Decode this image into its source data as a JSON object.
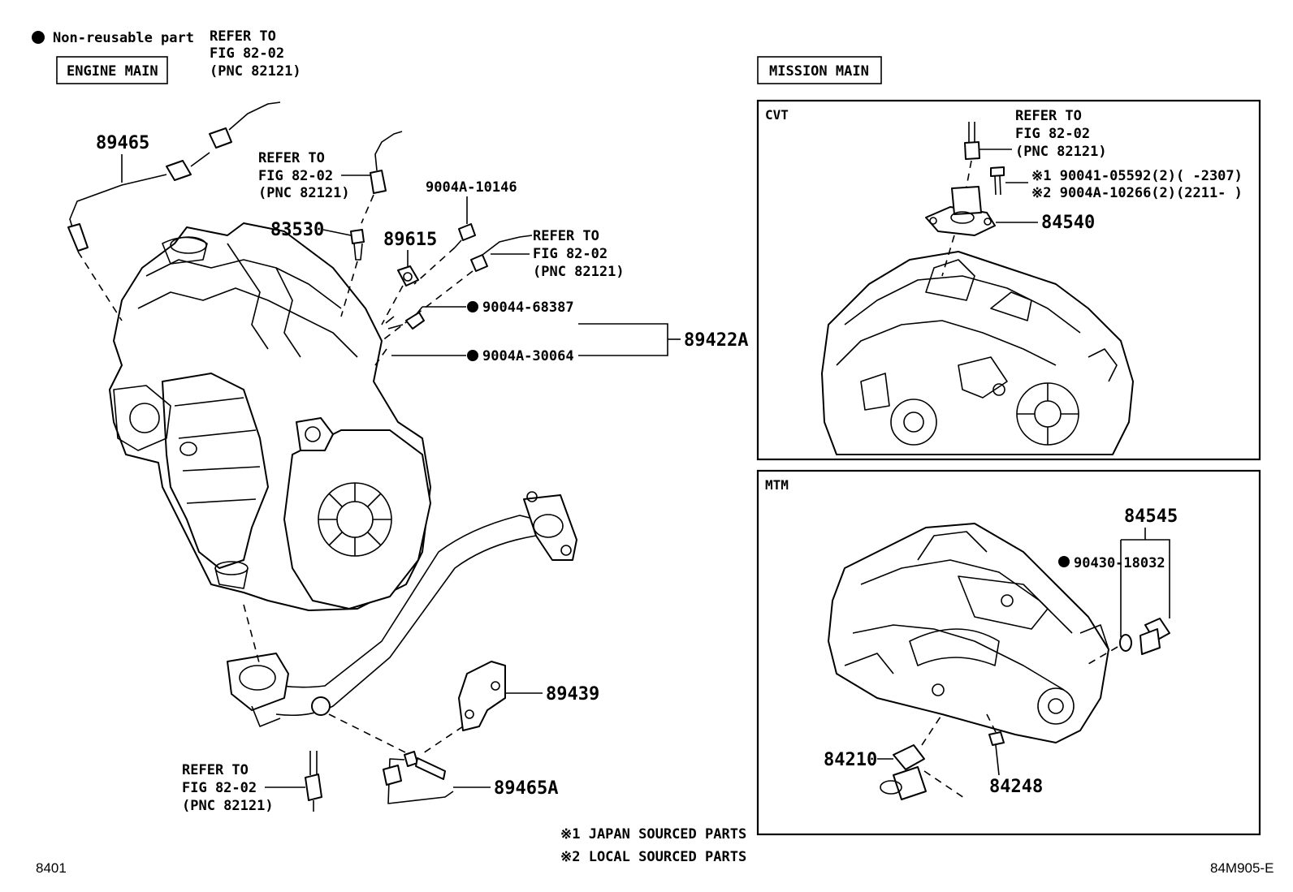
{
  "legend": {
    "symbol": "●",
    "text": "Non-reusable part"
  },
  "engine_main": {
    "title": "ENGINE MAIN",
    "refer_top": [
      "REFER TO",
      "FIG 82-02",
      "(PNC 82121)"
    ],
    "refer_mid": [
      "REFER TO",
      "FIG 82-02",
      "(PNC 82121)"
    ],
    "refer_right": [
      "REFER TO",
      "FIG 82-02",
      "(PNC 82121)"
    ],
    "refer_bottom": [
      "REFER TO",
      "FIG 82-02",
      "(PNC 82121)"
    ],
    "parts": {
      "p89465": "89465",
      "p83530": "83530",
      "p89615": "89615",
      "p9004A_10146": "9004A-10146",
      "p90044_68387": "90044-68387",
      "p9004A_30064": "9004A-30064",
      "p89422A": "89422A",
      "p89439": "89439",
      "p89465A": "89465A"
    }
  },
  "mission_main": {
    "title": "MISSION MAIN",
    "cvt": {
      "label": "CVT",
      "refer": [
        "REFER TO",
        "FIG 82-02",
        "(PNC 82121)"
      ],
      "bolt1": "※1  90041-05592(2)(     -2307)",
      "bolt2": "※2  9004A-10266(2)(2211-     )",
      "p84540": "84540"
    },
    "mtm": {
      "label": "MTM",
      "p84545": "84545",
      "p90430_18032": "90430-18032",
      "p84210": "84210",
      "p84248": "84248"
    }
  },
  "notes": [
    "※1 JAPAN SOURCED PARTS",
    "※2 LOCAL SOURCED PARTS"
  ],
  "footer": {
    "left": "8401",
    "right": "84M905-E"
  }
}
